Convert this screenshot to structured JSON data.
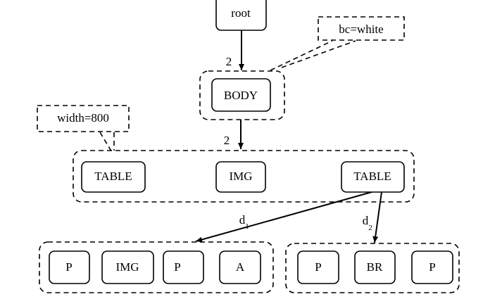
{
  "nodes": {
    "root": "root",
    "body": "BODY",
    "table_left": "TABLE",
    "img_mid": "IMG",
    "table_right": "TABLE",
    "p1": "P",
    "img2": "IMG",
    "p2": "P",
    "a": "A",
    "p3": "P",
    "br": "BR",
    "p4": "P"
  },
  "annotations": {
    "bc": "bc=white",
    "width": "width=800"
  },
  "edge_labels": {
    "root_body": "2",
    "body_group": "2",
    "d1_main": "d",
    "d1_sub": "1",
    "d2_main": "d",
    "d2_sub": "2"
  }
}
